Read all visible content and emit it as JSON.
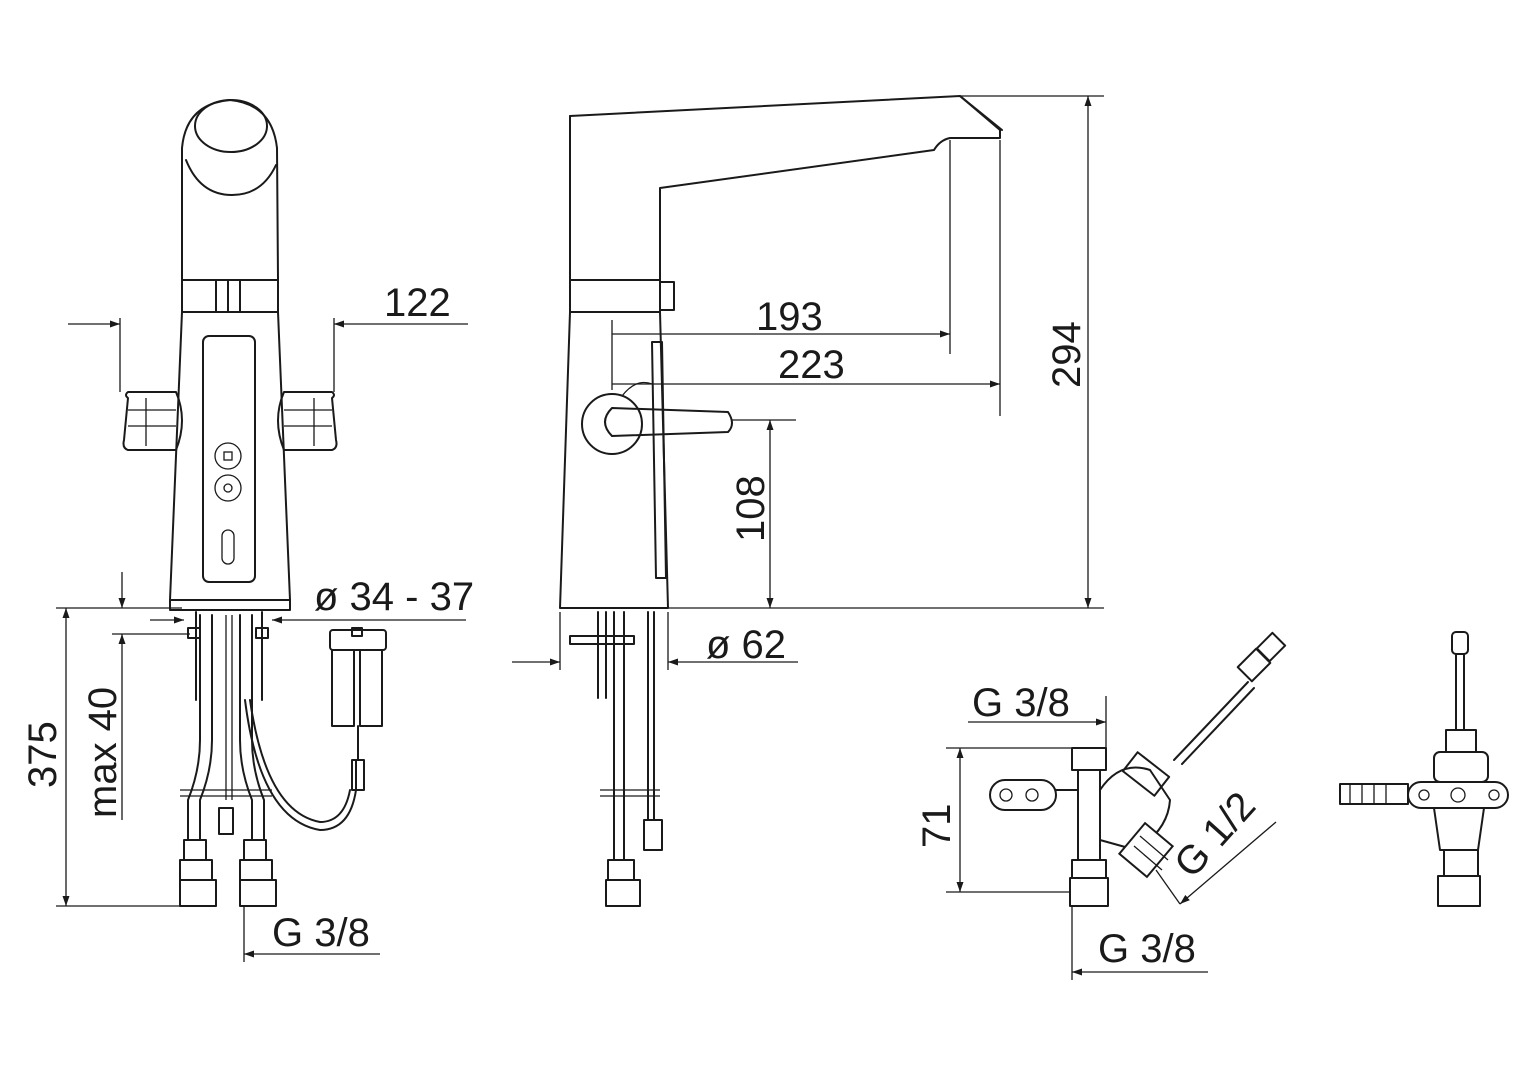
{
  "colors": {
    "line": "#1a1a1a",
    "background": "#ffffff"
  },
  "front_view": {
    "width_dim": "122",
    "height_dim": "375",
    "thickness_dim": "max 40",
    "hole_dim": "ø 34 - 37",
    "connection_dim": "G 3/8"
  },
  "side_view": {
    "reach_dim_1": "193",
    "reach_dim_2": "223",
    "height_dim": "294",
    "lever_height_dim": "108",
    "base_dim": "ø 62"
  },
  "valve_view": {
    "inlet_dim": "G 3/8",
    "height_dim": "71",
    "thread_dim": "G 1/2",
    "outlet_dim": "G 3/8"
  }
}
